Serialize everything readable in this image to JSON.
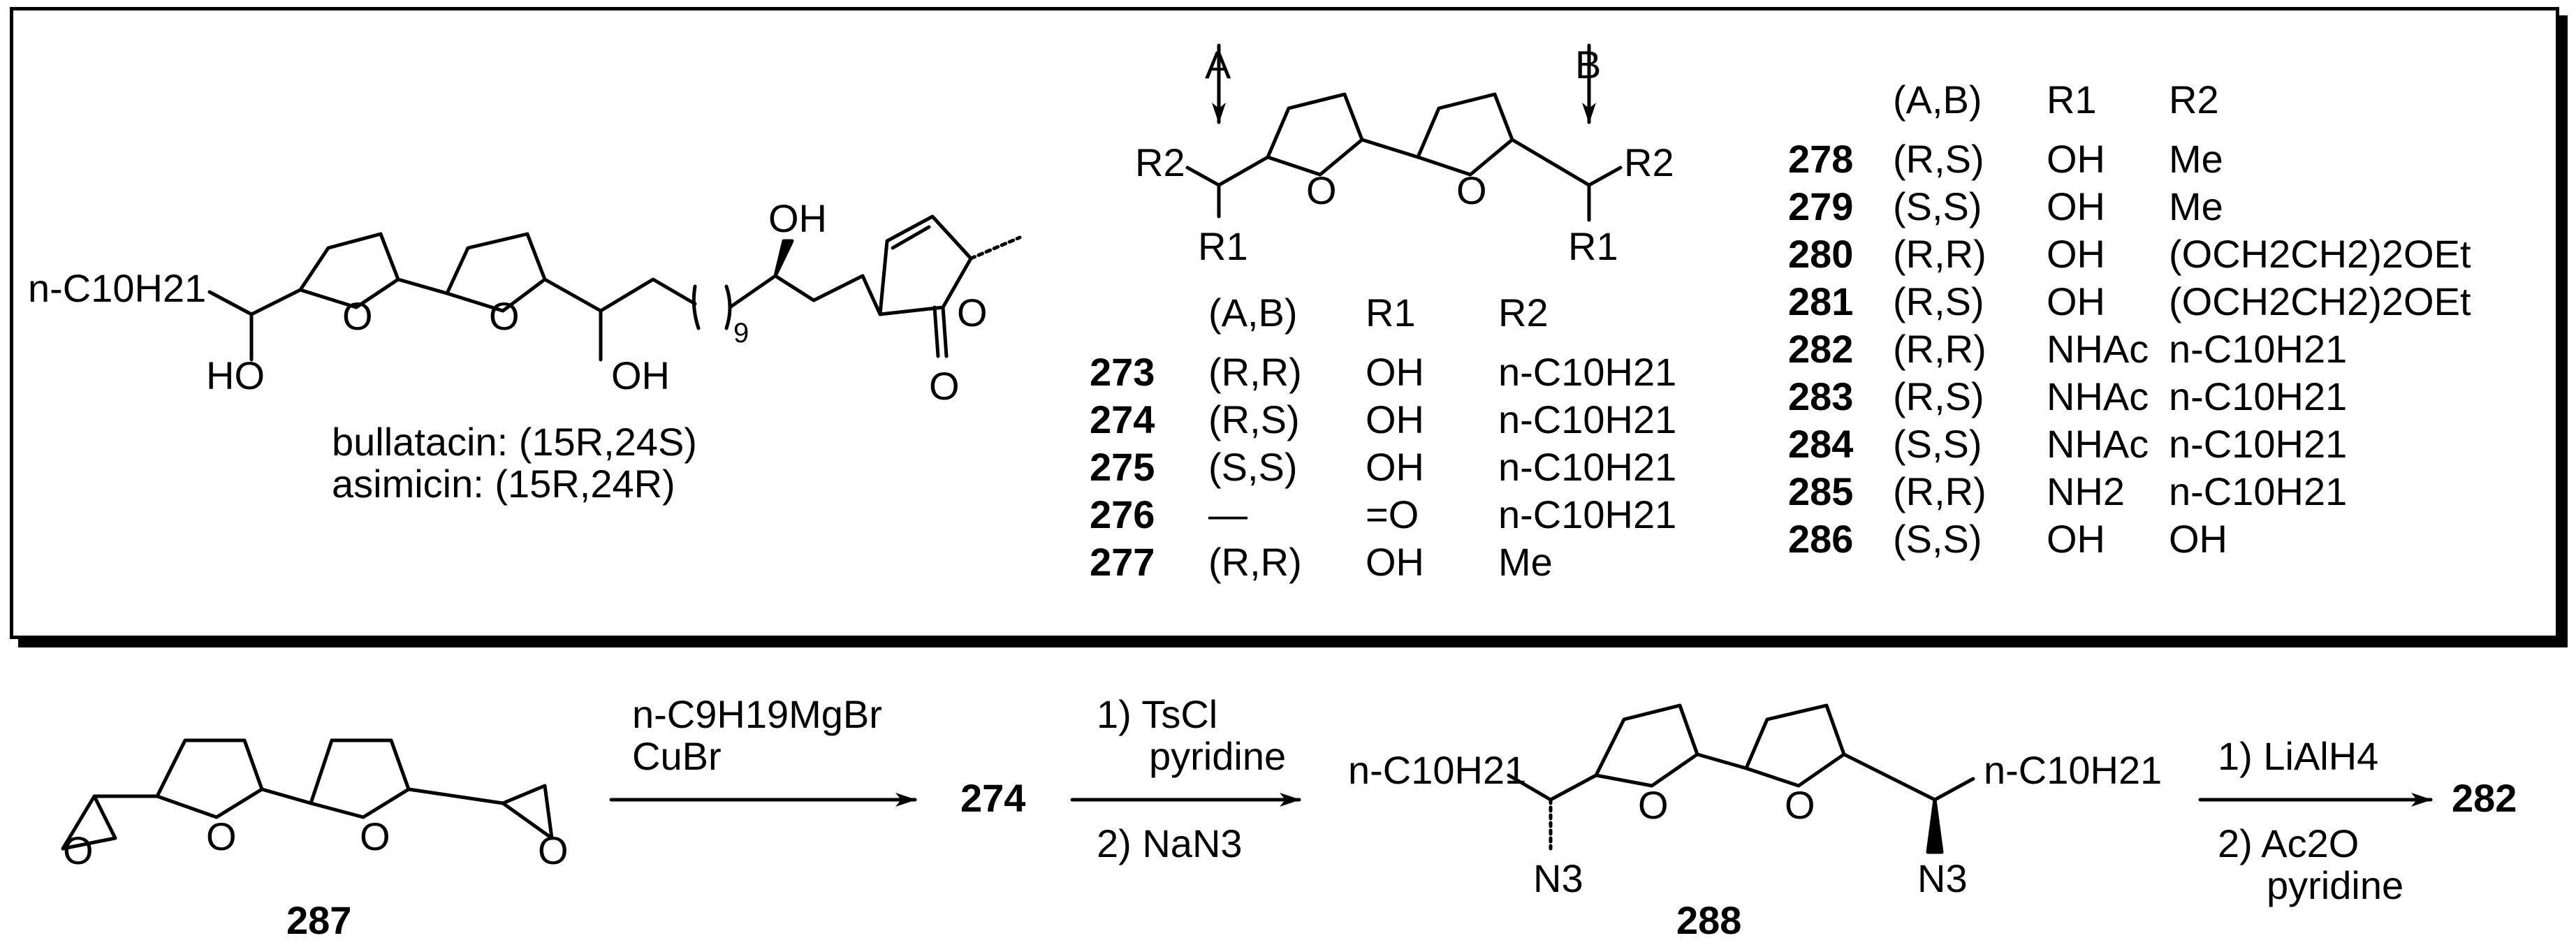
{
  "top": {
    "natural": {
      "chain_left": "n-C10H21",
      "ho_left": "HO",
      "ho_mid": "OH",
      "oh_top": "OH",
      "ring_o": "O",
      "carbonyl_o": "O",
      "repeat": "9",
      "caption1": "bullatacin: (15R,24S)",
      "caption2": "asimicin: (15R,24R)"
    },
    "generic": {
      "label_a": "A",
      "label_b": "B",
      "r2": "R2",
      "r1": "R1",
      "ring_o": "O"
    },
    "table_left": {
      "headers": [
        "(A,B)",
        "R1",
        "R2"
      ],
      "rows": [
        {
          "cmpd": "273",
          "ab": "(R,R)",
          "r1": "OH",
          "r2": "n-C10H21"
        },
        {
          "cmpd": "274",
          "ab": "(R,S)",
          "r1": "OH",
          "r2": "n-C10H21"
        },
        {
          "cmpd": "275",
          "ab": "(S,S)",
          "r1": "OH",
          "r2": "n-C10H21"
        },
        {
          "cmpd": "276",
          "ab": "—",
          "r1": "=O",
          "r2": "n-C10H21"
        },
        {
          "cmpd": "277",
          "ab": "(R,R)",
          "r1": "OH",
          "r2": "Me"
        }
      ]
    },
    "table_right": {
      "headers": [
        "(A,B)",
        "R1",
        "R2"
      ],
      "rows": [
        {
          "cmpd": "278",
          "ab": "(R,S)",
          "r1": "OH",
          "r2": "Me"
        },
        {
          "cmpd": "279",
          "ab": "(S,S)",
          "r1": "OH",
          "r2": "Me"
        },
        {
          "cmpd": "280",
          "ab": "(R,R)",
          "r1": "OH",
          "r2": "(OCH2CH2)2OEt"
        },
        {
          "cmpd": "281",
          "ab": "(R,S)",
          "r1": "OH",
          "r2": "(OCH2CH2)2OEt"
        },
        {
          "cmpd": "282",
          "ab": "(R,R)",
          "r1": "NHAc",
          "r2": "n-C10H21"
        },
        {
          "cmpd": "283",
          "ab": "(R,S)",
          "r1": "NHAc",
          "r2": "n-C10H21"
        },
        {
          "cmpd": "284",
          "ab": "(S,S)",
          "r1": "NHAc",
          "r2": "n-C10H21"
        },
        {
          "cmpd": "285",
          "ab": "(R,R)",
          "r1": "NH2",
          "r2": "n-C10H21"
        },
        {
          "cmpd": "286",
          "ab": "(S,S)",
          "r1": "OH",
          "r2": "OH"
        }
      ]
    }
  },
  "scheme": {
    "start_label": "287",
    "step1": {
      "reagent1": "n-C9H19MgBr",
      "reagent2": "CuBr"
    },
    "product1": "274",
    "step2": {
      "line1": "1) TsCl",
      "line2": "pyridine",
      "line3": "2) NaN3"
    },
    "intermediate_label": "288",
    "intermediate": {
      "chain_left": "n-C10H21",
      "chain_right": "n-C10H21",
      "azide": "N3"
    },
    "step3": {
      "line1": "1) LiAlH4",
      "line2": "2) Ac2O",
      "line3": "pyridine"
    },
    "product_final": "282",
    "ring_o": "O"
  }
}
